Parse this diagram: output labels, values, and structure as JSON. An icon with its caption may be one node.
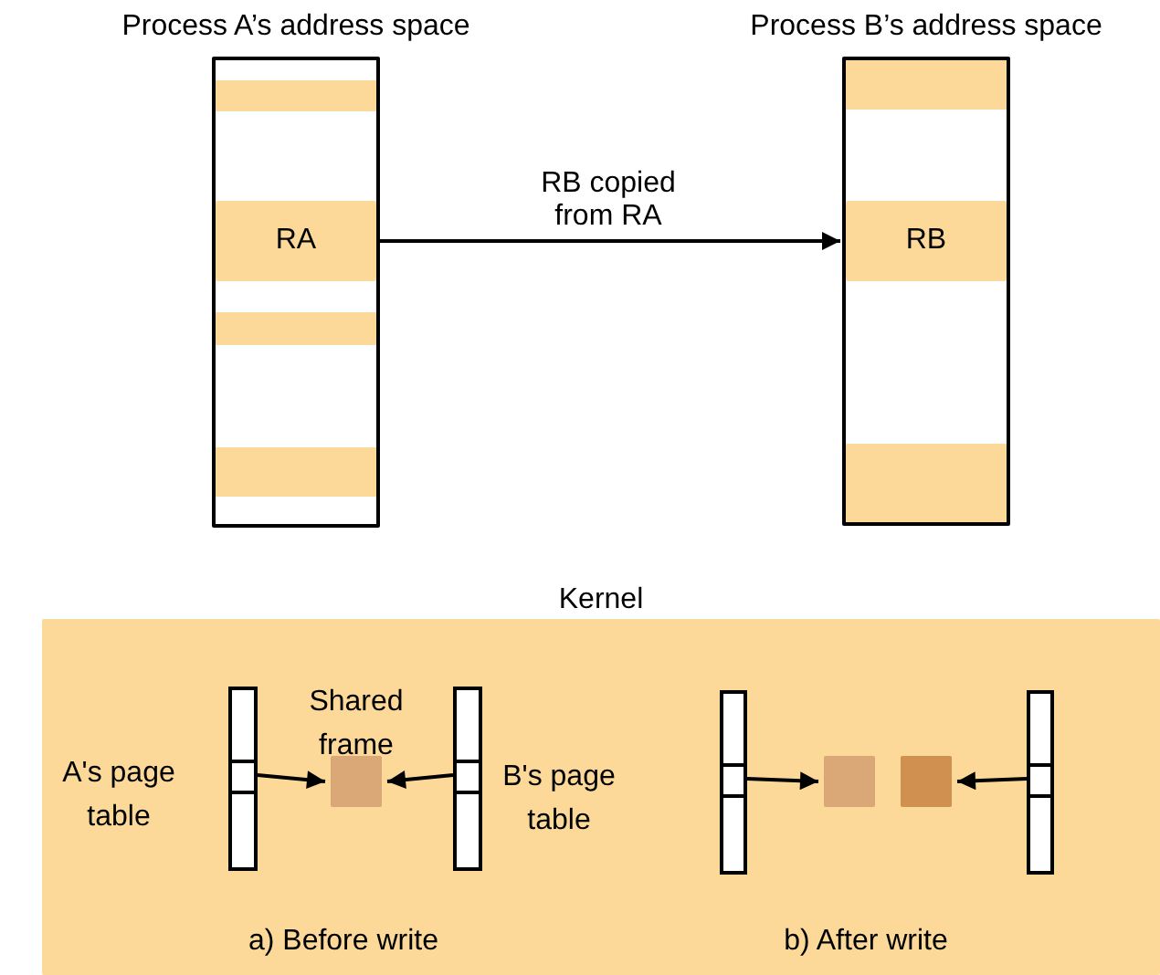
{
  "diagram": {
    "nodes": [
      {
        "text": [
          "Process A’s address space"
        ]
      },
      {
        "text": [],
        "shape": "bar",
        "in": 0
      },
      {
        "text": [
          "RA"
        ],
        "in": 0
      },
      {
        "text": [],
        "shape": "bar",
        "in": 0
      },
      {
        "text": [],
        "shape": "bar",
        "in": 0
      },
      {
        "text": [
          "Process B’s address space"
        ]
      },
      {
        "text": [],
        "shape": "bar",
        "in": 5
      },
      {
        "text": [
          "RB"
        ],
        "in": 5
      },
      {
        "text": [],
        "shape": "bar",
        "in": 5
      },
      {
        "text": [
          "Kernel"
        ]
      },
      {
        "text": [],
        "shape": "bar",
        "in": 9,
        "beside": [
          "A's page table"
        ]
      },
      {
        "text": [],
        "shape": "box",
        "in": 9,
        "beside": [
          "Shared frame"
        ]
      },
      {
        "text": [],
        "shape": "bar",
        "in": 9,
        "beside": [
          "B's page table"
        ]
      },
      {
        "text": [],
        "shape": "bar",
        "in": 9
      },
      {
        "text": [],
        "shape": "box",
        "in": 9
      },
      {
        "text": [],
        "shape": "box",
        "in": 9
      },
      {
        "text": [],
        "shape": "bar",
        "in": 9
      }
    ],
    "edges": [
      {
        "from": 2,
        "to": 7,
        "arrow": "to",
        "label": "RB copied from RA"
      },
      {
        "from": 10,
        "to": 11,
        "arrow": "to"
      },
      {
        "from": 12,
        "to": 11,
        "arrow": "to"
      },
      {
        "from": 13,
        "to": 14,
        "arrow": "to"
      },
      {
        "from": 16,
        "to": 15,
        "arrow": "to"
      }
    ],
    "labels": [
      "a) Before write",
      "b) After write"
    ]
  }
}
